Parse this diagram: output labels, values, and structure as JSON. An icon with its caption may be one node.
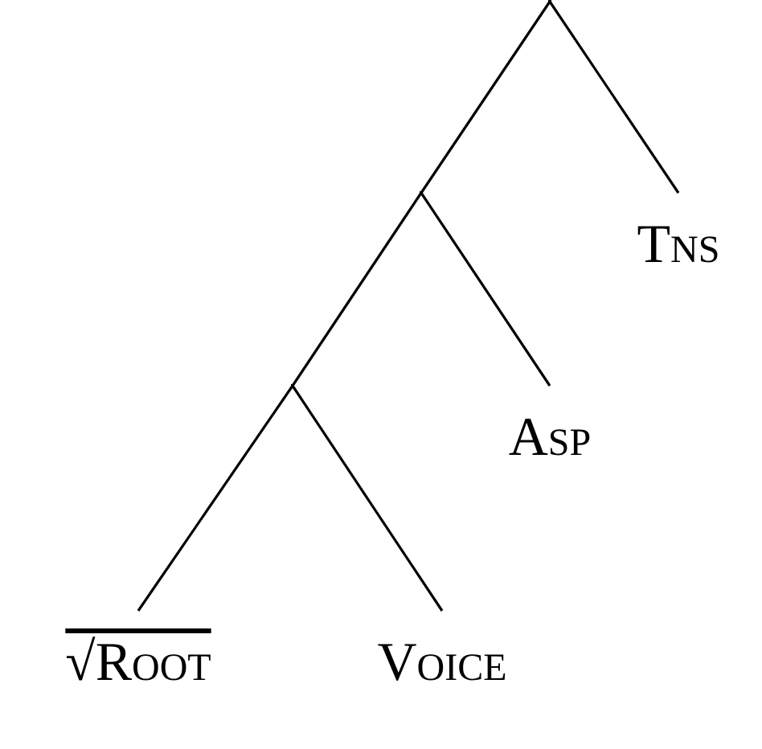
{
  "diagram": {
    "nodes": [
      {
        "text": [],
        "shape": "point"
      },
      {
        "text": [],
        "shape": "point"
      },
      {
        "text": [],
        "shape": "point"
      },
      {
        "text": [
          "Tns"
        ]
      },
      {
        "text": [
          "Asp"
        ]
      },
      {
        "text": [
          "√Root"
        ]
      },
      {
        "text": [
          "Voice"
        ]
      }
    ],
    "edges": [
      {
        "from": 0,
        "to": 1,
        "arrow": "none"
      },
      {
        "from": 0,
        "to": 3,
        "arrow": "none"
      },
      {
        "from": 1,
        "to": 2,
        "arrow": "none"
      },
      {
        "from": 1,
        "to": 4,
        "arrow": "none"
      },
      {
        "from": 2,
        "to": 5,
        "arrow": "none"
      },
      {
        "from": 2,
        "to": 6,
        "arrow": "none"
      }
    ]
  }
}
